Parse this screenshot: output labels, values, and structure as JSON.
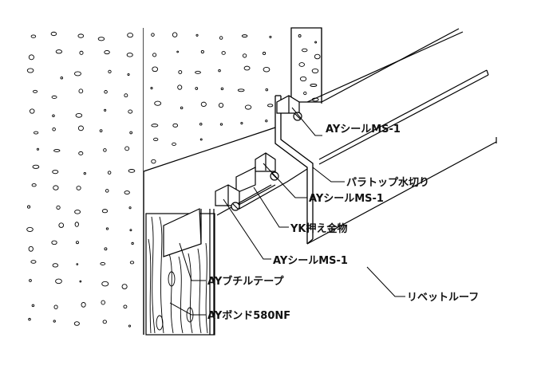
{
  "labels": {
    "ay_seal_top": "AYシールMS-1",
    "parapet_flashing": "パラトップ水切り",
    "ay_seal_mid": "AYシールMS-1",
    "yk_bracket": "YK押え金物",
    "ay_seal_bottom": "AYシールMS-1",
    "ay_butyl_tape": "AYブチルテープ",
    "rivet_roof": "リベットルーフ",
    "ay_bond": "AYボンド580NF"
  },
  "colors": {
    "line": "#000000",
    "background": "#ffffff"
  }
}
